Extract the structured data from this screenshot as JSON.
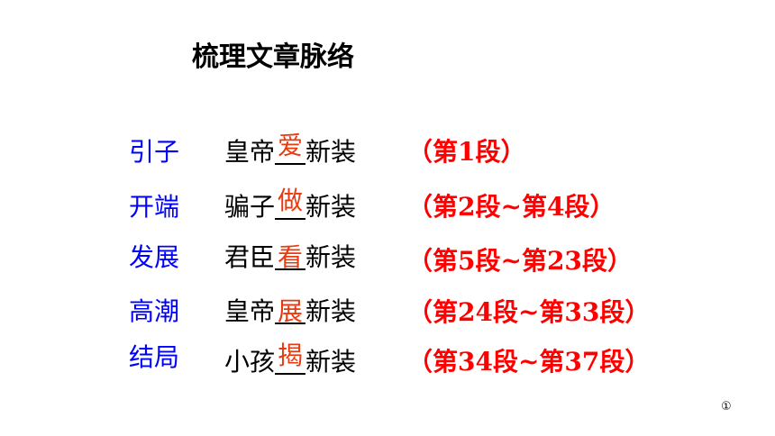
{
  "title": "梳理文章脉络",
  "rows": [
    {
      "stage": "引子",
      "before": "皇帝",
      "word": "爱",
      "after": "新装",
      "range": "（第1段）"
    },
    {
      "stage": "开端",
      "before": "骗子",
      "word": "做",
      "after": "新装",
      "range": "（第2段~第4段）"
    },
    {
      "stage": "发展",
      "before": "君臣",
      "word": "看",
      "after": "新装",
      "range": "（第5段~第23段）"
    },
    {
      "stage": "高潮",
      "before": "皇帝",
      "word": "展",
      "after": "新装",
      "range": "（第24段~第33段）"
    },
    {
      "stage": "结局",
      "before": "小孩",
      "word": "揭",
      "after": "新装",
      "range": "（第34段~第37段）"
    }
  ],
  "page_number": "①",
  "colors": {
    "stage": "#0000ff",
    "word": "#e83a10",
    "range": "#ff0000"
  }
}
